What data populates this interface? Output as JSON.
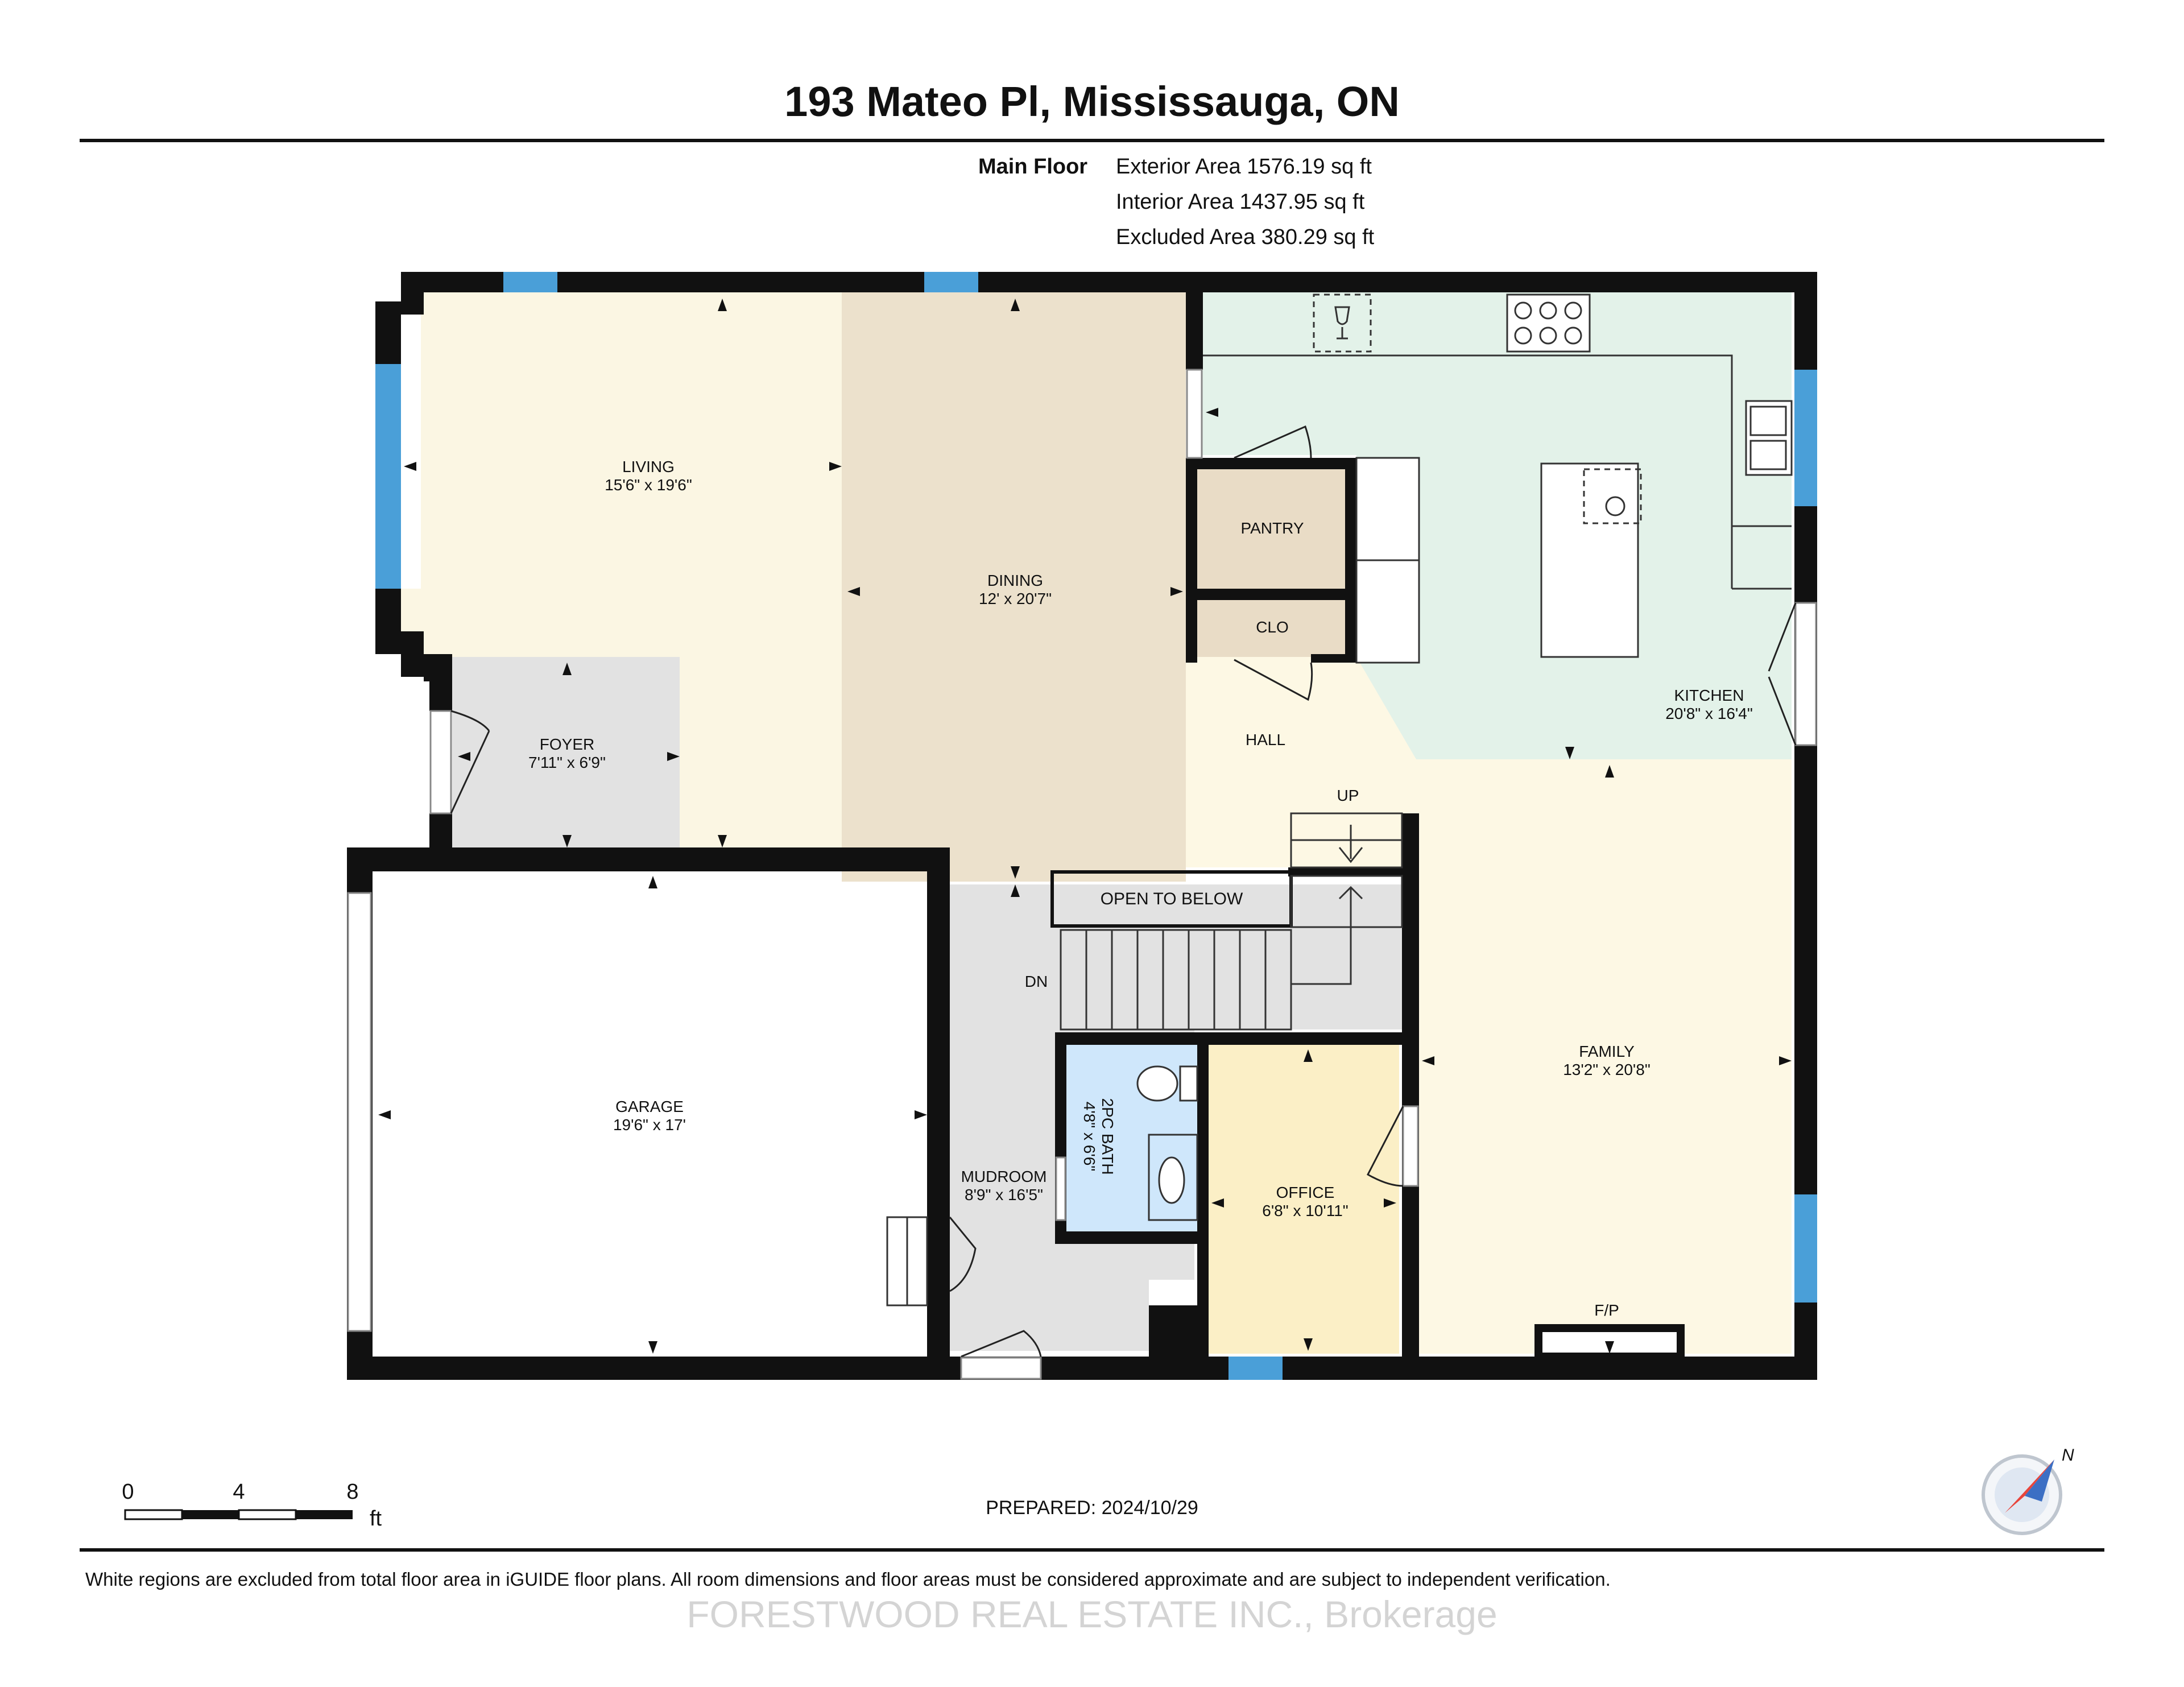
{
  "header": {
    "title": "193 Mateo Pl, Mississauga, ON",
    "floor_label": "Main Floor",
    "exterior_area": "Exterior Area 1576.19 sq ft",
    "interior_area": "Interior Area 1437.95 sq ft",
    "excluded_area": "Excluded Area 380.29 sq ft"
  },
  "rooms": {
    "living": {
      "name": "LIVING",
      "dims": "15'6\" x 19'6\""
    },
    "dining": {
      "name": "DINING",
      "dims": "12' x 20'7\""
    },
    "kitchen": {
      "name": "KITCHEN",
      "dims": "20'8\" x 16'4\""
    },
    "foyer": {
      "name": "FOYER",
      "dims": "7'11\" x 6'9\""
    },
    "pantry": {
      "name": "PANTRY"
    },
    "clo": {
      "name": "CLO"
    },
    "hall": {
      "name": "HALL"
    },
    "garage": {
      "name": "GARAGE",
      "dims": "19'6\" x 17'"
    },
    "mudroom": {
      "name": "MUDROOM",
      "dims": "8'9\" x 16'5\""
    },
    "bath": {
      "name": "2PC BATH",
      "dims": "4'8\" x 6'6\""
    },
    "office": {
      "name": "OFFICE",
      "dims": "6'8\" x 10'11\""
    },
    "family": {
      "name": "FAMILY",
      "dims": "13'2\" x 20'8\""
    }
  },
  "labels": {
    "open_to_below": "OPEN TO BELOW",
    "up": "UP",
    "dn": "DN",
    "fp": "F/P"
  },
  "scale": {
    "ticks": [
      "0",
      "4",
      "8"
    ],
    "unit": "ft"
  },
  "compass": {
    "north": "N"
  },
  "prepared": "PREPARED: 2024/10/29",
  "disclaimer": "White regions are excluded from total floor area in iGUIDE floor plans. All room dimensions and floor areas must be considered approximate and are subject to independent verification.",
  "watermark": "FORESTWOOD REAL ESTATE INC., Brokerage",
  "colors": {
    "living": "#fbf6e3",
    "dining": "#ece1cc",
    "kitchen": "#e3f2e9",
    "foyer": "#e2e2e2",
    "pantry": "#e9dcc6",
    "family": "#fdf8e4",
    "hall": "#fdf8e4",
    "mudroom": "#e2e2e2",
    "bath": "#cfe7fb",
    "office": "#fbefc6",
    "wall": "#111111",
    "window": "#4a9fd8",
    "compass": "#e8453c"
  }
}
